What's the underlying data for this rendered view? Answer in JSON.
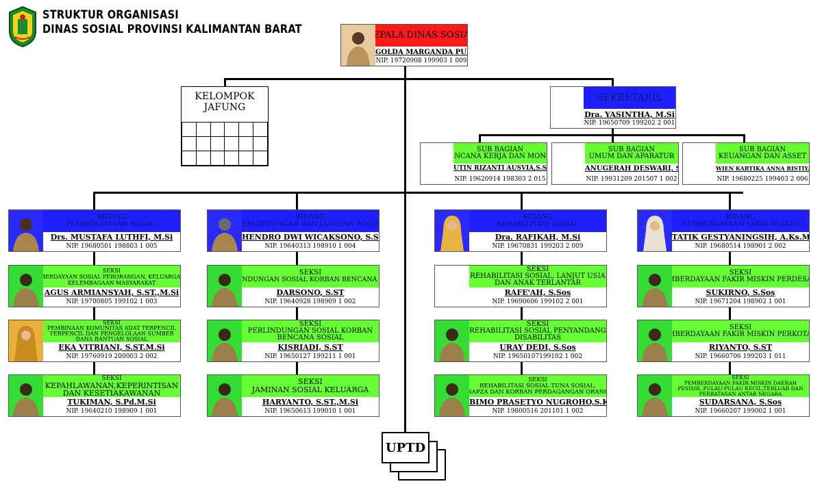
{
  "header": {
    "title_line1": "STRUKTUR ORGANISASI",
    "title_line2": "DINAS SOSIAL PROVINSI KALIMANTAN BARAT"
  },
  "kepala": {
    "title": "KEPALA DINAS SOSIAL",
    "name": "GOLDA MARGANDA PURBA SP., SH., MH",
    "nip": "NIP. 19720908 199903 1 009"
  },
  "jafung": {
    "label_line1": "KELOMPOK",
    "label_line2": "JAFUNG"
  },
  "sekretaris": {
    "title": "SEKRETARIS",
    "name": "Dra. YASINTHA, M.Si",
    "nip": "NIP. 19650709 199202 2 001"
  },
  "subbagian": [
    {
      "line1": "SUB BAGIAN",
      "line2": "RENCANA KERJA DAN  MONEV",
      "name": "UTIN RIZANTI AUSVIA,S.STP.M.M",
      "nip": "NIP. 19620914 198303 2 015"
    },
    {
      "line1": "SUB BAGIAN",
      "line2": "UMUM DAN APARATUR",
      "name": "ANUGERAH DESWARI, S.STP",
      "nip": "NIP. 19931209 201507 1 002"
    },
    {
      "line1": "SUB BAGIAN",
      "line2": "KEUANGAN DAN ASSET",
      "name": "WIEN KARTIKA ANNA RISTIYANTI,S.Pd",
      "nip": "NIP. 19680225 199403 2 006"
    }
  ],
  "bidang": [
    {
      "line1": "BIDANG",
      "line2": "PEMBERDAYAAN SOSIAL",
      "name": "Drs. MUSTAFA LUTHFI, M.Si",
      "nip": "NIP. 19680501 198803 1 005",
      "seksi": [
        {
          "lines": [
            "SEKSI",
            "PEMBERDAYAAN SOSIAL PERORANGAN, KELUARGA DAN",
            "KELEMBAGAAN MASYARAKAT"
          ],
          "name": "AGUS ARMIANSYAH, S.ST.,M.Si",
          "nip": "NIP. 19700805 199102 1 003"
        },
        {
          "lines": [
            "SEKSI",
            "PEMBINAAN KOMUNITAS ADAT TERPENCIL",
            "TERPENCIL DAN PENGELOLAAN SUMBER",
            "DANA BANTUAN SOSIAL"
          ],
          "name": "EKA VITRIANI, S.ST.M.Si",
          "nip": "NIP. 19760919 200003 2 002"
        },
        {
          "lines": [
            "SEKSI",
            "KEPAHLAWANAN,KEPERINTISAN",
            "DAN KESETIAKAWANAN"
          ],
          "name": "TUKIMAN, S.Pd.M.Si",
          "nip": "NIP. 19640210 198909 1 001"
        }
      ]
    },
    {
      "line1": "BIDANG",
      "line2": "PERLINDUNGAN DAN JAMINAN SOSIAL",
      "name": "HENDRO DWI WICAKSONO, S.Sos",
      "nip": "NIP. 19640313 198910 1 004",
      "seksi": [
        {
          "lines": [
            "SEKSI",
            "PERLINDUNGAN SOSIAL KORBAN BENCANA ALAM"
          ],
          "name": "DARSONO, S.ST",
          "nip": "NIP.  19640928 198909 1 002"
        },
        {
          "lines": [
            "SEKSI",
            "PERLINDUNGAN SOSIAL KORBAN",
            "BENCANA SOSIAL"
          ],
          "name": "KISRIADI, S.ST",
          "nip": "NIP. 19650127 199211 1 001"
        },
        {
          "lines": [
            "SEKSI",
            "JAMINAN SOSIAL KELUARGA"
          ],
          "name": "HARYANTO, S.ST.,M.Si",
          "nip": "NIP. 19650613 199010 1 001"
        }
      ]
    },
    {
      "line1": "BIDANG",
      "line2": "REHABILITASI SOSIAL",
      "name": "Dra. RAFIKAH, M.Si",
      "nip": "NIP. 19670831 199203 2 009",
      "seksi": [
        {
          "lines": [
            "SEKSI",
            "REHABILITASI SOSIAL, LANJUT USIA",
            "DAN ANAK TERLANTAR"
          ],
          "name": "RAFE'AH, S.Sos",
          "nip": "NIP. 19690606 199102 2 001"
        },
        {
          "lines": [
            "SEKSI",
            "REHABILITASI SOSIAL PENYANDANG",
            "DISABILITAS"
          ],
          "name": "URAY DEDI, S.Sos",
          "nip": "NIP. 19650107199102 1 002"
        },
        {
          "lines": [
            "SEKSI",
            "REHABILITASI SOSIAL TUNA SOSIAL,",
            "NAPZA DAN KORBAN PERDAGANGAN ORANG"
          ],
          "name": "BIMO PRASETYO NUGROHO,S.Kom,MM",
          "nip": "NIP. 19800516 201101 1 002"
        }
      ]
    },
    {
      "line1": "BIDANG",
      "line2": "PEMBERDAYAAN FAKIR MISKIN",
      "name": "TATIK GESTYANINGSIH, A.Ks.M.Si",
      "nip": "NIP. 19680514 198901 2 002",
      "seksi": [
        {
          "lines": [
            "SEKSI",
            "PEMBERDAYAAN FAKIR MISKIN PERDESAAN"
          ],
          "name": "SUKIRNO, S.Sos",
          "nip": "NIP. 19671204 198902 1 001"
        },
        {
          "lines": [
            "SEKSI",
            "PEMBERDAYAAN FAKIR MISKIN PERKOTAAN"
          ],
          "name": "RIYANTO, S.ST",
          "nip": "NIP. 19660706 199203 1 011"
        },
        {
          "lines": [
            "SEKSI",
            "PEMBERDAYAAN FAKIR MISKIN DAERAH",
            "PESISIR, PULAU-PULAU KECIL,TERLUAR DAN",
            "PERBATASAN ANTAR NEGARA"
          ],
          "name": "SUDARSANA, S.Sos",
          "nip": "NIP. 19660207 199002 1 001"
        }
      ]
    }
  ],
  "uptd": {
    "label": "UPTD"
  }
}
